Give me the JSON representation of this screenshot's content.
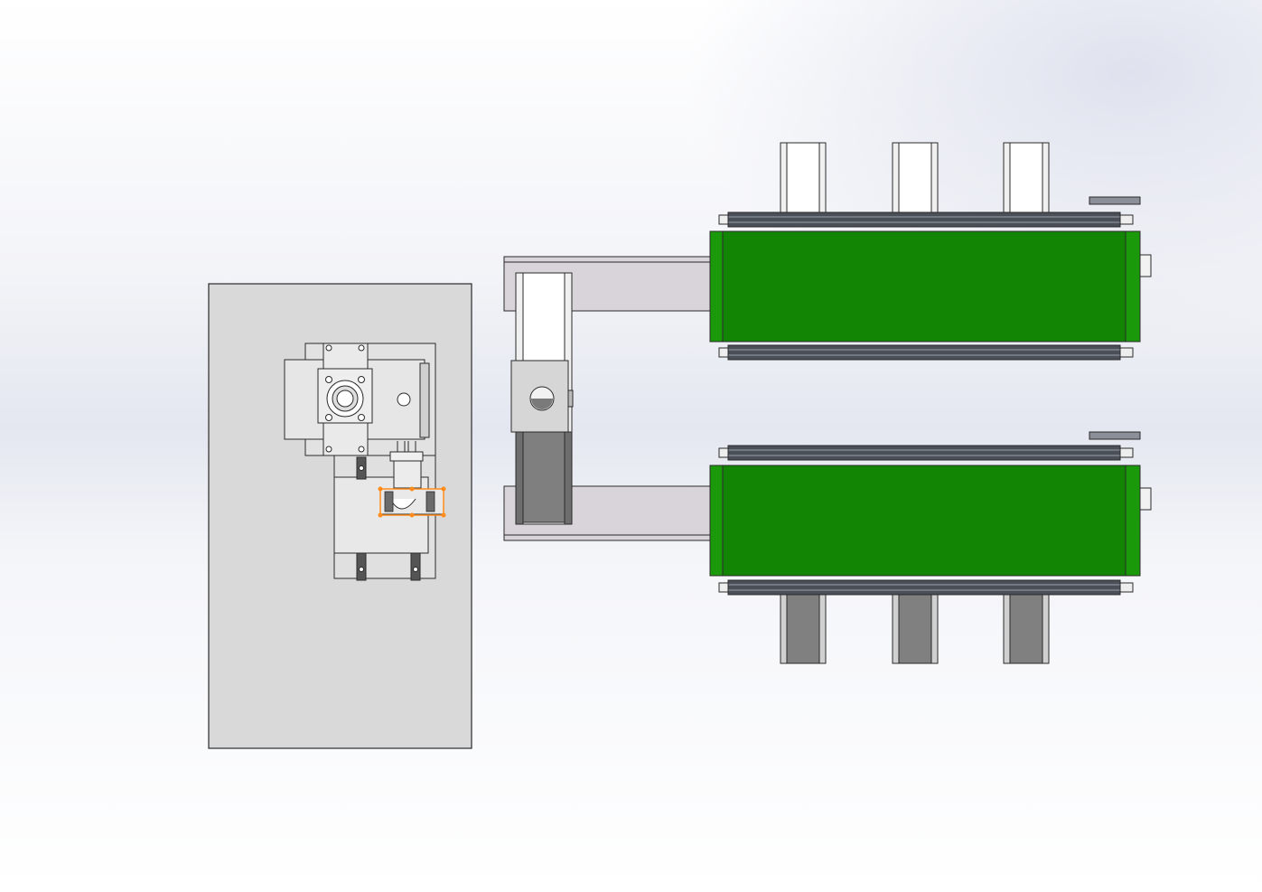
{
  "window": {
    "title": ""
  },
  "viewport": {
    "background_top": "#ffffff",
    "background_mid": "#e4e7f0"
  },
  "model": {
    "belt_color": "#128505",
    "plate_color": "#d9d9d9",
    "arm_color": "#d8d4da",
    "selection_color": "#ff8c1a",
    "dark_steel": "#808080",
    "rail_color": "#4a4f58"
  },
  "components": [
    {
      "name": "base-plate"
    },
    {
      "name": "gearbox-assembly"
    },
    {
      "name": "gripper-selected"
    },
    {
      "name": "swing-arm"
    },
    {
      "name": "upper-conveyor"
    },
    {
      "name": "lower-conveyor"
    }
  ]
}
